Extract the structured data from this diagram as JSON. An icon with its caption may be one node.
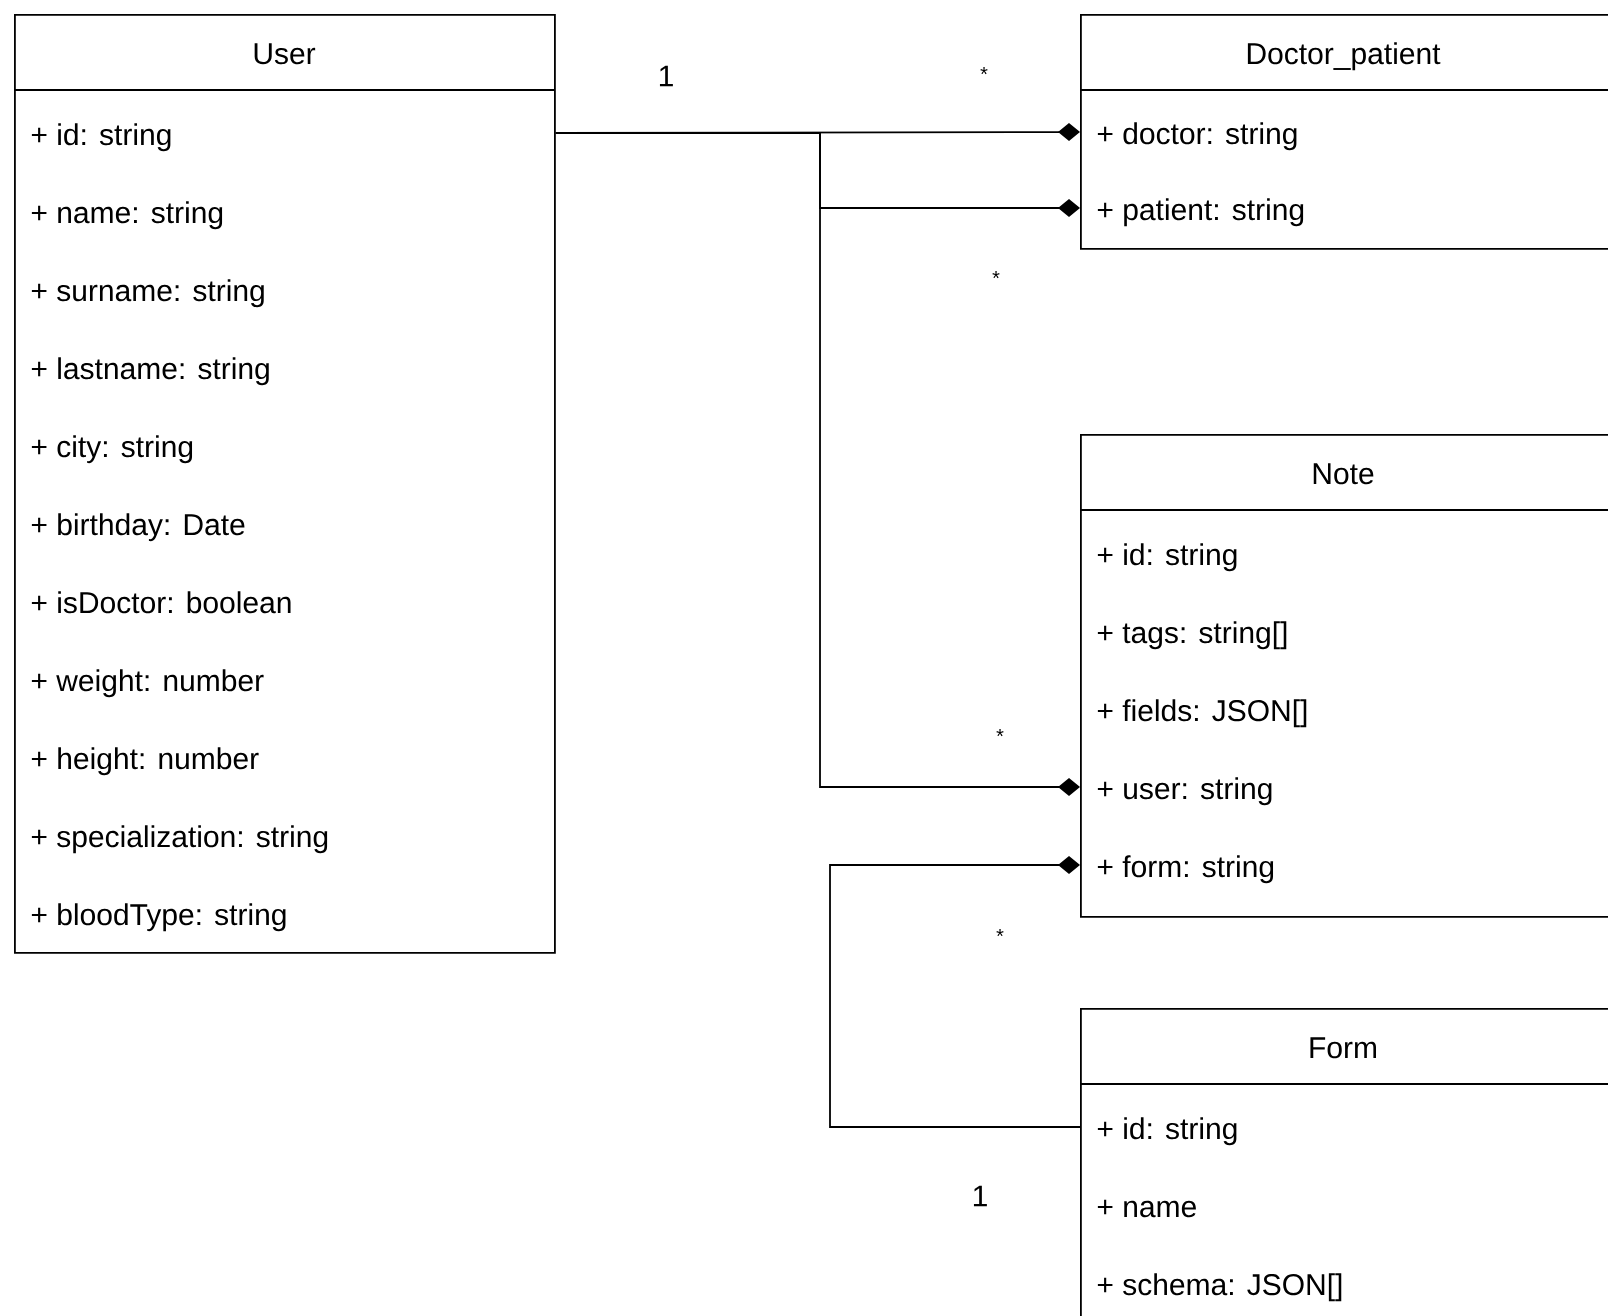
{
  "diagram": {
    "nodes": [
      {
        "text": [
          "User",
          "+ id: string",
          "+ name: string",
          "+ surname: string",
          "+ lastname: string",
          "+ city: string",
          "+ birthday: Date",
          "+ isDoctor: boolean",
          "+ weight: number",
          "+ height: number",
          "+ specialization: string",
          "+ bloodType: string"
        ]
      },
      {
        "text": [
          "Doctor_patient",
          "+ doctor: string",
          "+ patient: string"
        ]
      },
      {
        "text": [
          "Note",
          "+ id: string",
          "+ tags: string[]",
          "+ fields: JSON[]",
          "+ user: string",
          "+ form: string"
        ]
      },
      {
        "text": [
          "Form",
          "+ id: string",
          "+ name",
          "+ schema: JSON[]"
        ]
      }
    ],
    "edges": [
      {
        "from": 0,
        "to": 1,
        "arrow": "other"
      },
      {
        "from": 0,
        "to": 1,
        "arrow": "other"
      },
      {
        "from": 0,
        "to": 2,
        "arrow": "other"
      },
      {
        "from": 3,
        "to": 2,
        "arrow": "other"
      }
    ],
    "labels": [
      "1",
      "*",
      "*",
      "*",
      "*",
      "1"
    ]
  }
}
